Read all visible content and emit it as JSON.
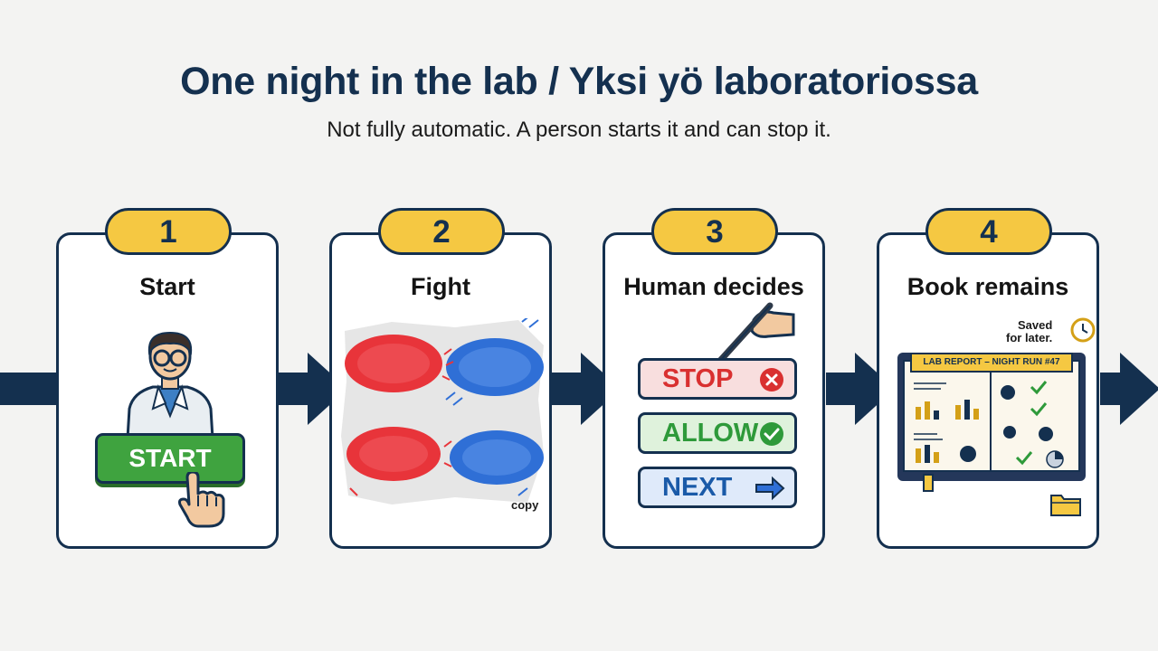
{
  "header": {
    "title": "One night in the lab / Yksi yö laboratoriossa",
    "subtitle": "Not fully automatic. A person starts it and can stop it."
  },
  "steps": [
    {
      "number": "1",
      "label": "Start",
      "button_label": "START"
    },
    {
      "number": "2",
      "label": "Fight",
      "caption": "copy"
    },
    {
      "number": "3",
      "label": "Human decides",
      "buttons": [
        "STOP",
        "ALLOW",
        "NEXT"
      ]
    },
    {
      "number": "4",
      "label": "Book remains",
      "note": "Saved\nfor later.",
      "book_title": "LAB REPORT – NIGHT RUN #47"
    }
  ],
  "colors": {
    "navy": "#14304f",
    "badge_yellow": "#f5c842",
    "start_green": "#3fa33f",
    "stop_red": "#d93030",
    "allow_green": "#2e9a3a",
    "next_blue": "#1a5aa8",
    "swarm_red": "#e8343a",
    "swarm_blue": "#2f6fd6"
  },
  "icons": [
    "scientist-icon",
    "pointing-hand-icon",
    "pen-hand-icon",
    "close-icon",
    "check-icon",
    "arrow-right-icon",
    "clock-icon",
    "folder-icon",
    "open-book-icon"
  ]
}
